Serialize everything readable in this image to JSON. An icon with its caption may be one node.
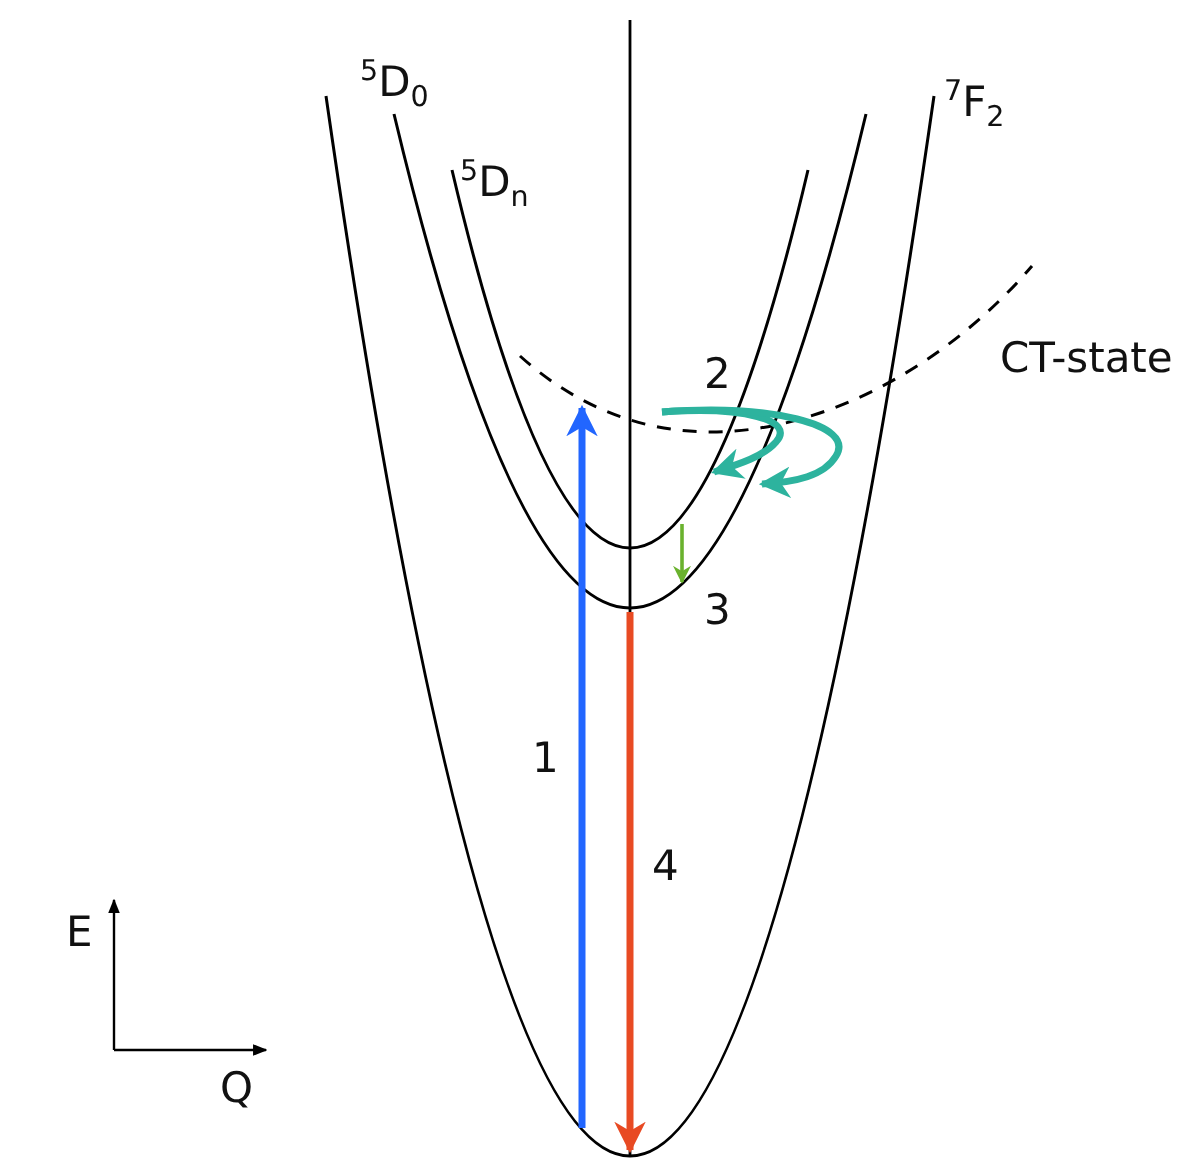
{
  "diagram": {
    "labels": [
      "$^{5}$D$_{0}$",
      "$^{7}$F$_{2}$",
      "$^{5}$D$_{n}$",
      "CT-state",
      "2",
      "3",
      "1",
      "4",
      "E",
      "Q"
    ]
  }
}
